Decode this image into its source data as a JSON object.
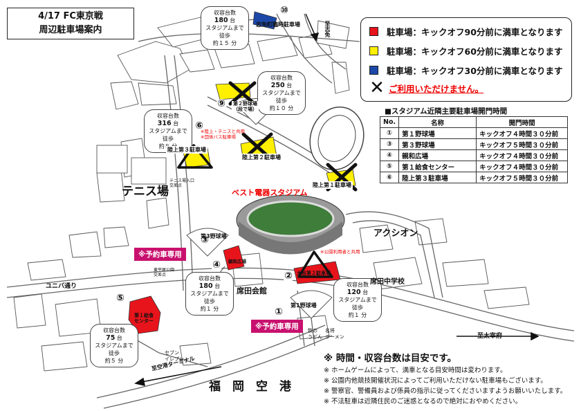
{
  "title": {
    "line1": "4/17 FC東京戦",
    "line2": "周辺駐車場案内"
  },
  "legend": {
    "items": [
      {
        "color": "#e8141b",
        "text": "駐車場：キックオフ90分前に満車となります"
      },
      {
        "color": "#ffef00",
        "text": "駐車場：キックオフ60分前に満車となります"
      },
      {
        "color": "#1c48a8",
        "text": "駐車場：キックオフ30分前に満車となります"
      }
    ],
    "x_symbol": "✕",
    "x_label": "ご利用いただけません。"
  },
  "gate_table": {
    "title": "■スタジアム近隣主要駐車場開門時間",
    "headers": [
      "No.",
      "名称",
      "開門時間"
    ],
    "rows": [
      [
        "①",
        "第１野球場",
        "キックオフ４時間３０分前"
      ],
      [
        "③",
        "第３野球場",
        "キックオフ５時間３０分前"
      ],
      [
        "④",
        "親和広場",
        "キックオフ４時間３０分前"
      ],
      [
        "⑤",
        "第１給食センター",
        "キックオフ４時間３０分前"
      ],
      [
        "⑥",
        "陸上第３駐車場",
        "キックオフ５時間３０分前"
      ]
    ]
  },
  "callouts": [
    {
      "id": "c10",
      "l1": "収容台数",
      "num": "180",
      "unit": "台",
      "l3": "スタジアムまで徒歩",
      "l4": "約１５ 分"
    },
    {
      "id": "c9",
      "l1": "収容台数",
      "num": "250",
      "unit": "台",
      "l3": "スタジアムまで徒歩",
      "l4": "約１０ 分"
    },
    {
      "id": "c6",
      "l1": "収容台数",
      "num": "316",
      "unit": "台",
      "l3": "スタジアムまで徒歩",
      "l4": "約８ 分"
    },
    {
      "id": "c4",
      "l1": "収容台数",
      "num": "180",
      "unit": "台",
      "l3": "スタジアムまで徒歩",
      "l4": "約１ 分"
    },
    {
      "id": "c5",
      "l1": "収容台数",
      "num": "75",
      "unit": "台",
      "l3": "スタジアムまで徒歩",
      "l4": "約５ 分"
    },
    {
      "id": "c1",
      "l1": "収容台数",
      "num": "120",
      "unit": "台",
      "l3": "スタジアムまで徒歩",
      "l4": "約１ 分"
    }
  ],
  "lots": {
    "lot10": "志免町臨時駐車場",
    "lot9": "第２野球場\n（段で場）",
    "lot6": "陸上第３駐車場",
    "rikujo2": "陸上第２駐車場",
    "rikujo1": "陸上第１駐車場",
    "shinwa": "親和広場",
    "otani": "大谷第２駐車場",
    "kyushoku": "第１給食\nセンター"
  },
  "numbers": {
    "n10": "⑩",
    "n9": "⑨",
    "n6": "⑥",
    "n3": "③",
    "n4": "④",
    "n2": "②",
    "n1": "①",
    "n5": "⑤"
  },
  "places": {
    "stadium": "ベスト電器スタジアム",
    "tennis": "テニス場",
    "aqsion": "アクシオン",
    "baseball3": "第3野球場",
    "baseball1": "第1野球場",
    "hakata_kaikan": "席田会館",
    "mushiroda_school": "席田中学校",
    "airport": "福　岡　空　港",
    "tennis_entrance": "テニス場入口\n交差点",
    "general_park": "東平尾公園\n交差点",
    "seven": "セブン\nイレブン",
    "udon": "牧の\nうどん",
    "ramen": "名将\nラーメン"
  },
  "roads": {
    "yunibe": "ユニバ通り",
    "dazaifu": "至太宰府",
    "airport_terminal": "至空港ターミナル",
    "shime": "至志免"
  },
  "red_notes": {
    "note6": "※陸上・テニスと共用\n※団体バス駐車場",
    "note2": "※公園利用者と共用"
  },
  "reserved": {
    "r3": "※予約車専用",
    "r1": "※予約車専用"
  },
  "notes": {
    "title": "※ 時間・収容台数は目安です。",
    "lines": [
      "※ ホームゲームによって、満車となる目安時間は変わります。",
      "※ 公園内他競技開催状況によってご利用いただけない駐車場もございます。",
      "※ 警察官、警備員および係員の指示に従ってくださいますようお願いいたします。",
      "※ 不法駐車は近隣住民のご迷惑となるので絶対におやめください。"
    ]
  },
  "colors": {
    "red": "#e8141b",
    "yellow": "#ffef00",
    "blue": "#1c48a8",
    "magenta": "#c8116e"
  },
  "icons": {
    "x_mark": "x-mark-icon",
    "triangle": "triangle-icon",
    "arrow": "arrow-icon"
  }
}
